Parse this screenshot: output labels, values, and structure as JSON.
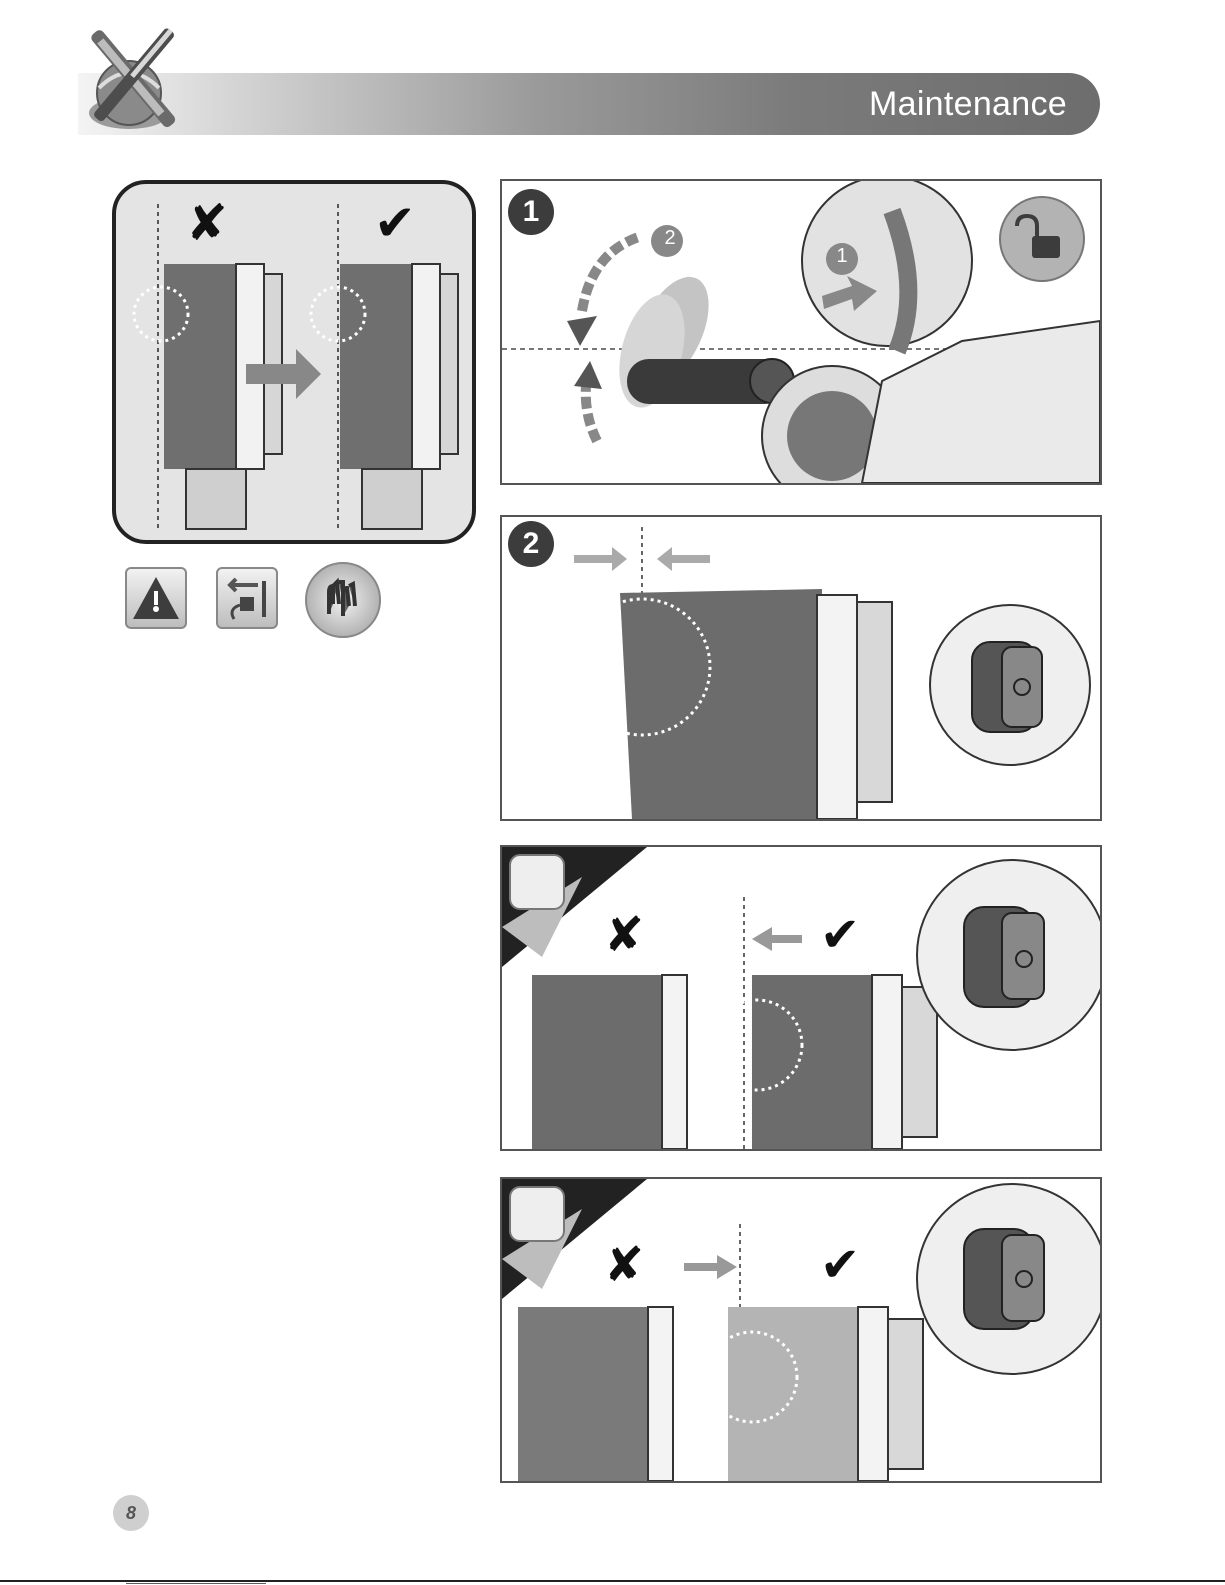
{
  "header": {
    "title": "Maintenance"
  },
  "steps": {
    "panel_1": {
      "badge": "1",
      "callout_sub_1": "1",
      "callout_sub_2": "2"
    },
    "panel_2": {
      "badge": "2"
    }
  },
  "indicators": {
    "wrong_mark": "✘",
    "right_mark": "✔"
  },
  "safety_icons": [
    "warning-icon",
    "unplug-icon",
    "gloves-icon"
  ],
  "colors": {
    "header_dark": "#6d6d6d",
    "panel_border": "#555555",
    "badge": "#3c3c3c"
  },
  "footer": {
    "page_number": "8"
  }
}
